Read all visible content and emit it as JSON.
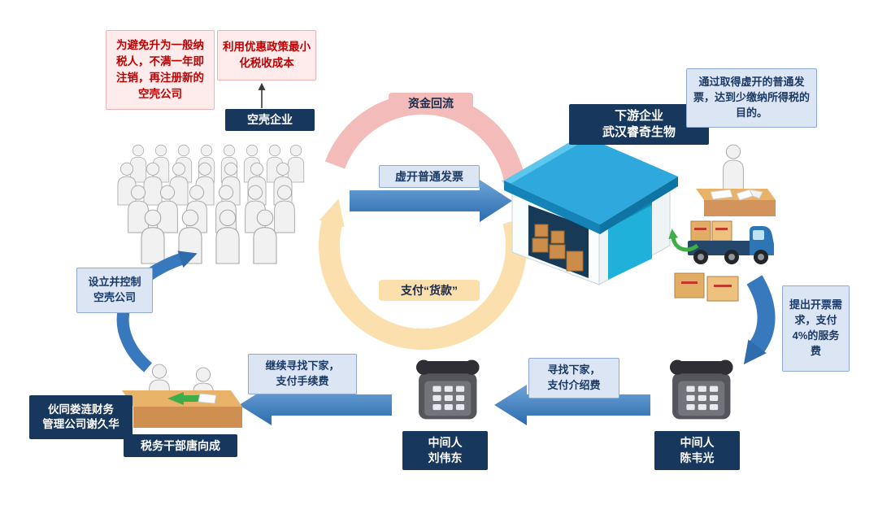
{
  "diagram": {
    "notes": {
      "shell_strategy": "为避免升为一般纳税人，不满一年即注销，再注册新的空壳公司",
      "policy": "利用优惠政策最小化税收成本",
      "downstream_purpose": "通过取得虚开的普通发票，达到少缴纳所得税的目的。",
      "setup_shell": "设立并控制\n空壳公司",
      "service_fee": "提出开票需求，支付4%的服务费",
      "intro_fee": "寻找下家，\n支付介绍费",
      "handling_fee": "继续寻找下家，\n支付手续费"
    },
    "entities": {
      "shell_company": "空壳企业",
      "downstream_company": "下游企业\n武汉睿奇生物",
      "middleman_chen": "中间人\n陈韦光",
      "middleman_liu": "中间人\n刘伟东",
      "tax_officer": "税务干部唐向成",
      "accomplice": "伙同娄涟财务\n管理公司谢久华"
    },
    "flows": {
      "capital_backflow": "资金回流",
      "fake_invoice": "虚开普通发票",
      "payment": "支付“货款”"
    },
    "colors": {
      "navy": "#17375d",
      "note_blue_bg": "#dbe5f3",
      "note_pink_bg": "#fdeceb",
      "red_text": "#c00000",
      "arrow_blue": "#2e75b6",
      "arc_pink": "#f3bcba",
      "arc_yellow": "#fbdfad"
    }
  }
}
